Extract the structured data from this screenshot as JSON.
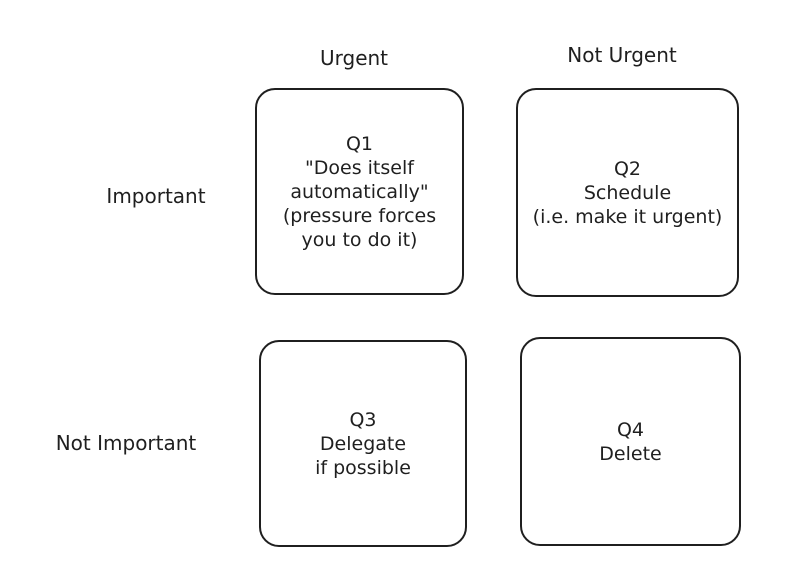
{
  "columns": {
    "urgent": "Urgent",
    "not_urgent": "Not Urgent"
  },
  "rows": {
    "important": "Important",
    "not_important": "Not Important"
  },
  "quadrants": {
    "q1": {
      "title": "Q1",
      "lines": [
        "\"Does itself",
        "automatically\"",
        "(pressure forces",
        "you to do it)"
      ]
    },
    "q2": {
      "title": "Q2",
      "lines": [
        "Schedule",
        "(i.e. make it urgent)"
      ]
    },
    "q3": {
      "title": "Q3",
      "lines": [
        "Delegate",
        "if possible"
      ]
    },
    "q4": {
      "title": "Q4",
      "lines": [
        "Delete"
      ]
    }
  }
}
